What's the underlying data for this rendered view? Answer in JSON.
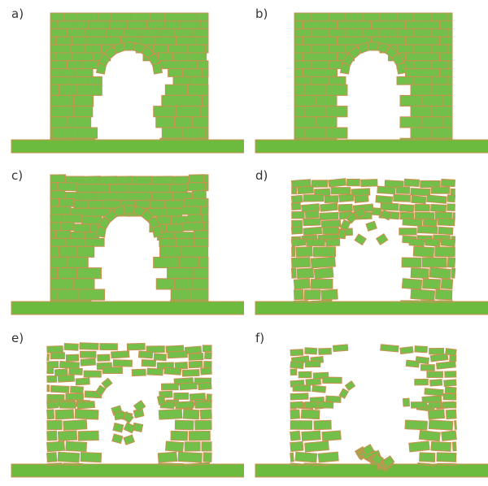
{
  "figure": {
    "panels": [
      {
        "label": "a)",
        "state": "intact-arch-irregular"
      },
      {
        "label": "b)",
        "state": "intact-arch-regular"
      },
      {
        "label": "c)",
        "state": "slight-displacement"
      },
      {
        "label": "d)",
        "state": "diagonal-cracking"
      },
      {
        "label": "e)",
        "state": "partial-collapse"
      },
      {
        "label": "f)",
        "state": "severe-collapse"
      }
    ]
  },
  "colors": {
    "block": "#72bf49",
    "mortar": "#c99050",
    "ground": "#6cbb3f",
    "background": "#ffffff"
  }
}
